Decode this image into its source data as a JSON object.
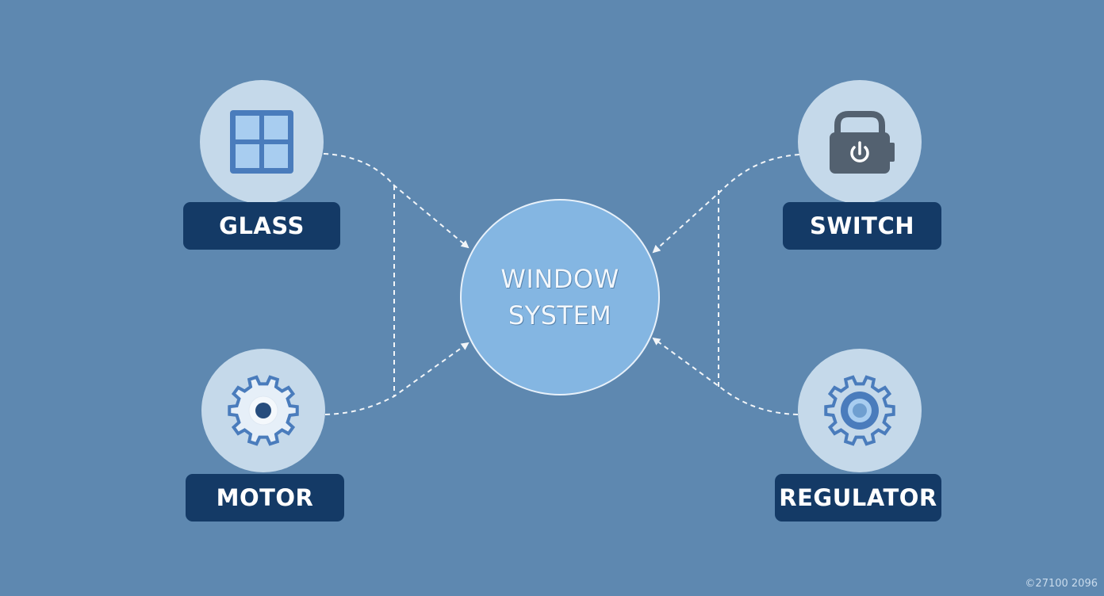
{
  "diagram": {
    "hub": {
      "line1": "WINDOW",
      "line2": "SYSTEM"
    },
    "nodes": {
      "glass": {
        "label": "GLASS",
        "icon": "window-pane-icon"
      },
      "motor": {
        "label": "MOTOR",
        "icon": "gear-icon"
      },
      "switch": {
        "label": "SWITCH",
        "icon": "power-switch-icon"
      },
      "regulator": {
        "label": "REGULATOR",
        "icon": "gear-ring-icon"
      }
    }
  },
  "footer": {
    "code": "©27100 2096"
  },
  "colors": {
    "background": "#5e88b0",
    "hub_fill": "#84b6e2",
    "node_circle": "#c5d9ea",
    "label_fill": "#143a66",
    "icon_blue": "#4a7cbc",
    "icon_gray": "#536170",
    "connector": "#ffffff"
  }
}
